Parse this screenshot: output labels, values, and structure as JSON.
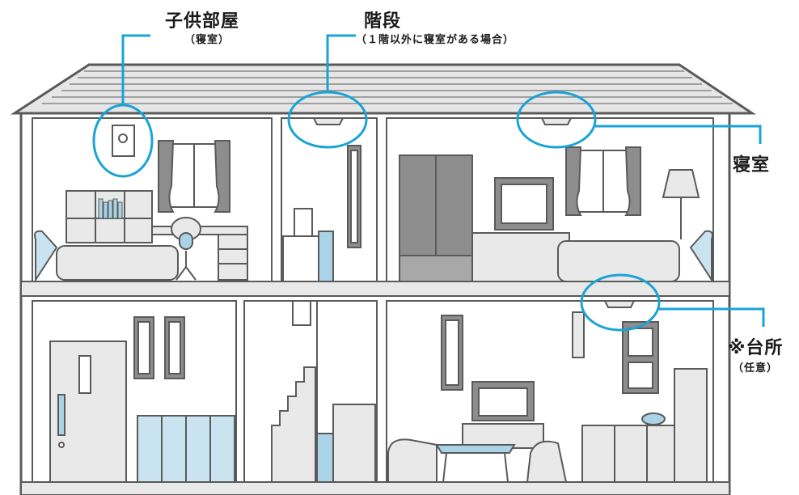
{
  "labels": {
    "kids_room": {
      "title": "子供部屋",
      "sub": "（寝室）"
    },
    "stairs": {
      "title": "階段",
      "sub": "（１階以外に寝室がある場合）"
    },
    "bedroom": {
      "title": "寝室"
    },
    "kitchen": {
      "title": "※台所",
      "sub": "（任意）"
    }
  },
  "colors": {
    "highlight": "#1aa3d6",
    "wall": "#5a5a5a",
    "fill_gray": "#a8a8a8",
    "fill_light": "#e9e9e9",
    "accent_blue": "#a9d3e6",
    "bed_blue": "#c9e4f0"
  },
  "icons": [
    "smoke-detector-icon",
    "wall-switch-icon"
  ]
}
